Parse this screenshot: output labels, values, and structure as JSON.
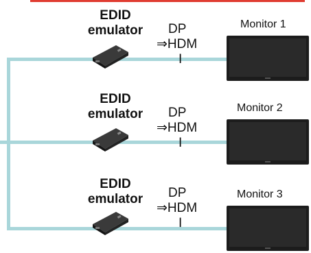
{
  "rows": [
    {
      "device_line1": "EDID",
      "device_line2": "emulator",
      "conv_line1": "DP",
      "conv_line2": "⇒HDM",
      "conv_line3": "I",
      "monitor_label": "Monitor 1"
    },
    {
      "device_line1": "EDID",
      "device_line2": "emulator",
      "conv_line1": "DP",
      "conv_line2": "⇒HDM",
      "conv_line3": "I",
      "monitor_label": "Monitor 2"
    },
    {
      "device_line1": "EDID",
      "device_line2": "emulator",
      "conv_line1": "DP",
      "conv_line2": "⇒HDM",
      "conv_line3": "I",
      "monitor_label": "Monitor 3"
    }
  ],
  "colors": {
    "cable": "#a9d6da",
    "accent_rule": "#e03c31",
    "monitor_body": "#1c1c1c",
    "monitor_screen": "#2a2a2a",
    "device_body": "#2b2b2b"
  },
  "icons": [
    "edid-emulator-device-icon",
    "monitor-icon"
  ]
}
